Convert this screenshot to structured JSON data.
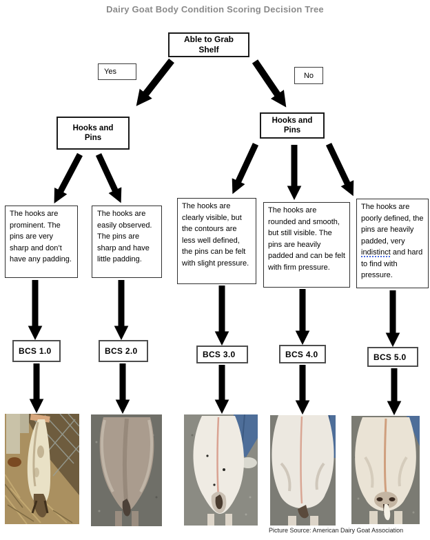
{
  "title": "Dairy Goat Body Condition Scoring Decision Tree",
  "caption": "Picture Source: American Dairy Goat Association",
  "colors": {
    "title_gray": "#8a8a8a",
    "box_border": "#1a1a1a",
    "arrow_black": "#000000",
    "grammar_underline_blue": "#4466dd",
    "jeans_blue": "#4e6e99",
    "goat_white": "#ece8e0",
    "straw_tan": "#aa9060",
    "asphalt_gray": "#7c7c75"
  },
  "tree": {
    "root_label": "Able to Grab Shelf",
    "yes_label": "Yes",
    "no_label": "No",
    "left_branch_label": "Hooks and Pins",
    "right_branch_label": "Hooks and Pins",
    "outcomes": [
      {
        "desc_pre": "The hooks are prominent. The pins are very sharp and don’t have any padding.",
        "desc_mark": "",
        "desc_post": "",
        "bcs_label": "BCS 1.0",
        "photo_icon": "goat-bcs-1-photo"
      },
      {
        "desc_pre": "The hooks are easily observed. The pins are sharp and have little padding.",
        "desc_mark": "",
        "desc_post": "",
        "bcs_label": "BCS 2.0",
        "photo_icon": "goat-bcs-2-photo"
      },
      {
        "desc_pre": "The hooks are clearly visible, but the contours are less well defined, the pins can be felt with slight pressure.",
        "desc_mark": "",
        "desc_post": "",
        "bcs_label": "BCS 3.0",
        "photo_icon": "goat-bcs-3-photo"
      },
      {
        "desc_pre": "The hooks are rounded and smooth, but still visible. The pins are heavily padded and can be felt with firm pressure.",
        "desc_mark": "",
        "desc_post": "",
        "bcs_label": "BCS 4.0",
        "photo_icon": "goat-bcs-4-photo"
      },
      {
        "desc_pre": "The hooks are poorly defined, the pins are heavily padded, very ",
        "desc_mark": "indistinct",
        "desc_post": " and hard to find with pressure.",
        "bcs_label": "BCS 5.0",
        "photo_icon": "goat-bcs-5-photo"
      }
    ]
  }
}
